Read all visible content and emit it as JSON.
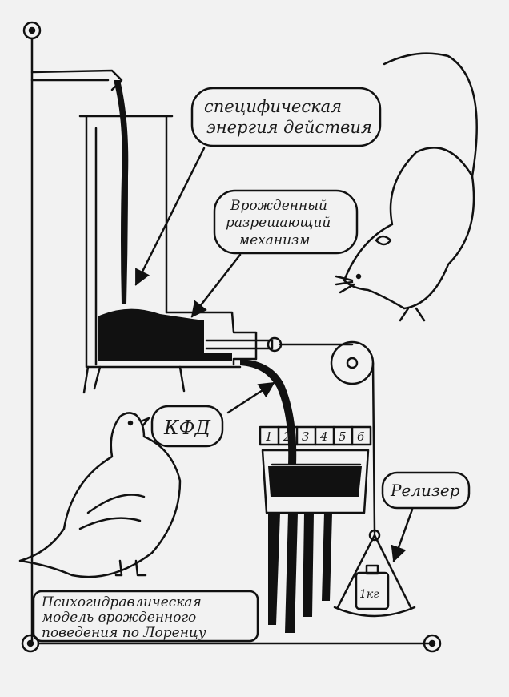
{
  "labels": {
    "specific_energy_line1": "специфическая",
    "specific_energy_line2": "энергия действия",
    "innate_line1": "Врожденный",
    "innate_line2": "разрешающий",
    "innate_line3": "механизм",
    "kfd": "КФД",
    "releaser": "Релизер",
    "weight": "1кг",
    "caption_line1": "Психогидравлическая",
    "caption_line2": "модель врожденного",
    "caption_line3": "поведения по Лоренцу"
  },
  "scale": [
    "1",
    "2",
    "3",
    "4",
    "5",
    "6"
  ]
}
